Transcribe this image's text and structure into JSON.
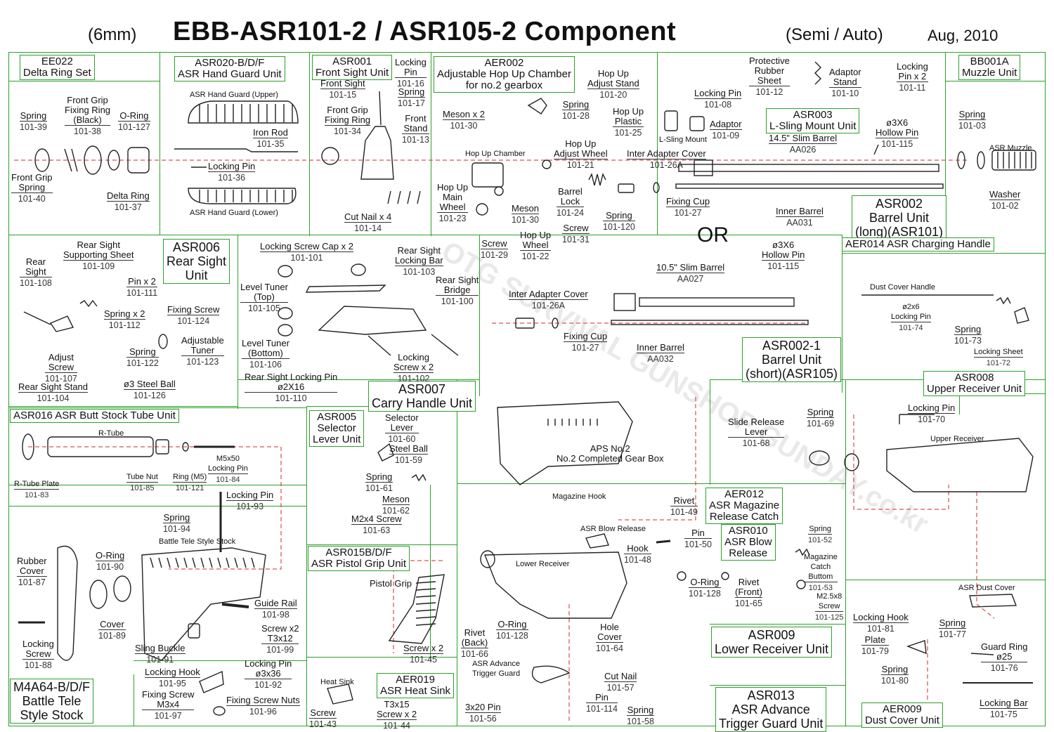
{
  "title": {
    "size": "(6mm)",
    "main": "EBB-ASR101-2 / ASR105-2 Component",
    "mode": "(Semi / Auto)",
    "date": "Aug, 2010"
  },
  "or_text": "OR",
  "watermark": "OTG SURVIVAL GUNSHOP  GUNDAY.co.kr",
  "colors": {
    "border": "#2ca02c",
    "guide": "#d62728",
    "ink": "#111111"
  },
  "units": [
    {
      "name": "ee022",
      "lines": [
        "EE022",
        "Delta Ring Set"
      ]
    },
    {
      "name": "asr020",
      "lines": [
        "ASR020-B/D/F",
        "ASR Hand Guard Unit"
      ]
    },
    {
      "name": "asr001",
      "lines": [
        "ASR001",
        "Front Sight Unit"
      ]
    },
    {
      "name": "aer002",
      "lines": [
        "AER002",
        "Adjustable Hop Up Chamber",
        "for no.2 gearbox"
      ]
    },
    {
      "name": "bb001a",
      "lines": [
        "BB001A",
        "Muzzle Unit"
      ]
    },
    {
      "name": "asr003",
      "lines": [
        "ASR003",
        "L-Sling Mount Unit"
      ]
    },
    {
      "name": "asr002",
      "lines": [
        "ASR002",
        "Barrel Unit",
        "(long)(ASR101)"
      ]
    },
    {
      "name": "asr006",
      "lines": [
        "ASR006",
        "Rear Sight",
        "Unit"
      ]
    },
    {
      "name": "asr007",
      "lines": [
        "ASR007",
        "Carry Handle Unit"
      ]
    },
    {
      "name": "aer014",
      "lines": [
        "AER014 ASR Charging Handle"
      ]
    },
    {
      "name": "asr002-1",
      "lines": [
        "ASR002-1",
        "Barrel Unit",
        "(short)(ASR105)"
      ]
    },
    {
      "name": "asr008",
      "lines": [
        "ASR008",
        "Upper Receiver Unit"
      ]
    },
    {
      "name": "asr016",
      "lines": [
        "ASR016 ASR Butt Stock Tube Unit"
      ]
    },
    {
      "name": "asr005",
      "lines": [
        "ASR005",
        "Selector",
        "Lever Unit"
      ]
    },
    {
      "name": "aer012",
      "lines": [
        "AER012",
        "ASR Magazine",
        "Release Catch"
      ]
    },
    {
      "name": "asr010",
      "lines": [
        "ASR010",
        "ASR Blow",
        "Release"
      ]
    },
    {
      "name": "asr015",
      "lines": [
        "ASR015B/D/F",
        "ASR Pistol Grip Unit"
      ]
    },
    {
      "name": "asr009",
      "lines": [
        "ASR009",
        "Lower Receiver Unit"
      ]
    },
    {
      "name": "m4a64",
      "lines": [
        "M4A64-B/D/F",
        "Battle Tele",
        "Style Stock"
      ]
    },
    {
      "name": "aer019",
      "lines": [
        "AER019",
        "ASR Heat Sink"
      ]
    },
    {
      "name": "asr013",
      "lines": [
        "ASR013",
        "ASR Advance",
        "Trigger Guard Unit"
      ]
    },
    {
      "name": "aer009",
      "lines": [
        "AER009",
        "Dust Cover Unit"
      ]
    }
  ],
  "labels": [
    {
      "t": "Spring",
      "n": "101-39"
    },
    {
      "t": "Front Grip\nFixing Ring\n(Black)",
      "n": "101-38"
    },
    {
      "t": "O-Ring",
      "n": "101-127"
    },
    {
      "t": "Front Grip\nSpring",
      "n": "101-40"
    },
    {
      "t": "Delta Ring",
      "n": "101-37"
    },
    {
      "t": "ASR Hand Guard (Upper)",
      "n": ""
    },
    {
      "t": "Iron Rod",
      "n": "101-35"
    },
    {
      "t": "Locking Pin",
      "n": "101-36"
    },
    {
      "t": "ASR Hand Guard (Lower)",
      "n": ""
    },
    {
      "t": "Front Sight",
      "n": "101-15"
    },
    {
      "t": "Front Grip\nFixing Ring",
      "n": "101-34"
    },
    {
      "t": "Locking\nPin",
      "n": "101-16"
    },
    {
      "t": "Spring",
      "n": "101-17"
    },
    {
      "t": "Front\nStand",
      "n": "101-13"
    },
    {
      "t": "Cut Nail x 4",
      "n": "101-14"
    },
    {
      "t": "Meson x 2",
      "n": "101-30"
    },
    {
      "t": "Hop Up Chamber",
      "n": ""
    },
    {
      "t": "Hop Up\nMain\nWheel",
      "n": "101-23"
    },
    {
      "t": "Hop Up\nAdjust Stand",
      "n": "101-20"
    },
    {
      "t": "Spring",
      "n": "101-28"
    },
    {
      "t": "Hop Up\nPlastic",
      "n": "101-25"
    },
    {
      "t": "Hop Up\nAdjust Wheel",
      "n": "101-21"
    },
    {
      "t": "Barrel\nLock",
      "n": "101-24"
    },
    {
      "t": "Meson",
      "n": "101-30"
    },
    {
      "t": "Screw",
      "n": "101-31"
    },
    {
      "t": "Spring",
      "n": "101-120"
    },
    {
      "t": "Screw",
      "n": "101-29"
    },
    {
      "t": "Hop Up\nWheel",
      "n": "101-22"
    },
    {
      "t": "Locking Pin",
      "n": "101-08"
    },
    {
      "t": "L-Sling Mount",
      "n": ""
    },
    {
      "t": "Adaptor",
      "n": "101-09"
    },
    {
      "t": "Protective\nRubber\nSheet",
      "n": "101-12"
    },
    {
      "t": "Adaptor\nStand",
      "n": "101-10"
    },
    {
      "t": "Locking\nPin x 2",
      "n": "101-11"
    },
    {
      "t": "14.5\" Slim Barrel",
      "n": "AA026"
    },
    {
      "t": "ø3X6\nHollow Pin",
      "n": "101-115"
    },
    {
      "t": "Inter Adapter Cover",
      "n": "101-26A"
    },
    {
      "t": "Fixing Cup",
      "n": "101-27"
    },
    {
      "t": "Inner Barrel",
      "n": "AA031"
    },
    {
      "t": "Spring",
      "n": "101-03"
    },
    {
      "t": "ASR Muzzle",
      "n": ""
    },
    {
      "t": "Washer",
      "n": "101-02"
    },
    {
      "t": "Rear\nSight",
      "n": "101-108"
    },
    {
      "t": "Rear Sight\nSupporting Sheet",
      "n": "101-109"
    },
    {
      "t": "Pin x 2",
      "n": "101-111"
    },
    {
      "t": "Spring x 2",
      "n": "101-112"
    },
    {
      "t": "Fixing Screw",
      "n": "101-124"
    },
    {
      "t": "Adjustable\nTuner",
      "n": "101-123"
    },
    {
      "t": "Spring",
      "n": "101-122"
    },
    {
      "t": "Adjust\nScrew",
      "n": "101-107"
    },
    {
      "t": "ø3 Steel Ball",
      "n": "101-126"
    },
    {
      "t": "Rear Sight Stand",
      "n": "101-104"
    },
    {
      "t": "Locking Screw Cap x 2",
      "n": "101-101"
    },
    {
      "t": "Rear Sight\nLocking Bar",
      "n": "101-103"
    },
    {
      "t": "Rear Sight\nBridge",
      "n": "101-100"
    },
    {
      "t": "Level Tuner\n(Top)",
      "n": "101-105"
    },
    {
      "t": "Level Tuner\n(Bottom)",
      "n": "101-106"
    },
    {
      "t": "Rear Sight Locking Pin\nø2X16",
      "n": "101-110"
    },
    {
      "t": "Locking\nScrew x 2",
      "n": "101-102"
    },
    {
      "t": "ø3X6\nHollow Pin",
      "n": "101-115"
    },
    {
      "t": "10.5\" Slim Barrel",
      "n": "AA027"
    },
    {
      "t": "Inter Adapter Cover",
      "n": "101-26A"
    },
    {
      "t": "Fixing Cup",
      "n": "101-27"
    },
    {
      "t": "Inner Barrel",
      "n": "AA032"
    },
    {
      "t": "Dust Cover Handle",
      "n": ""
    },
    {
      "t": "ø2x6\nLocking Pin",
      "n": "101-74"
    },
    {
      "t": "Spring",
      "n": "101-73"
    },
    {
      "t": "Locking Sheet",
      "n": "101-72"
    },
    {
      "t": "R-Tube",
      "n": ""
    },
    {
      "t": "R-Tube Plate",
      "n": "101-83"
    },
    {
      "t": "Tube Nut",
      "n": "101-85"
    },
    {
      "t": "Ring (M5)",
      "n": "101-121"
    },
    {
      "t": "M5x50\nLocking Pin",
      "n": "101-84"
    },
    {
      "t": "Selector\nLever",
      "n": "101-60"
    },
    {
      "t": "Steel Ball",
      "n": "101-59"
    },
    {
      "t": "Spring",
      "n": "101-61"
    },
    {
      "t": "Meson",
      "n": "101-62"
    },
    {
      "t": "M2x4 Screw",
      "n": "101-63"
    },
    {
      "t": "APS No.2\nNo.2 Completed Gear Box",
      "n": ""
    },
    {
      "t": "Slide Release\nLever",
      "n": "101-68"
    },
    {
      "t": "Spring",
      "n": "101-69"
    },
    {
      "t": "Locking Pin",
      "n": "101-70"
    },
    {
      "t": "Upper Receiver",
      "n": ""
    },
    {
      "t": "Locking Pin",
      "n": "101-93"
    },
    {
      "t": "Spring",
      "n": "101-94"
    },
    {
      "t": "Battle Tele Style Stock",
      "n": ""
    },
    {
      "t": "Rubber\nCover",
      "n": "101-87"
    },
    {
      "t": "O-Ring",
      "n": "101-90"
    },
    {
      "t": "Cover",
      "n": "101-89"
    },
    {
      "t": "Locking\nScrew",
      "n": "101-88"
    },
    {
      "t": "Guide Rail",
      "n": "101-98"
    },
    {
      "t": "Screw x2\nT3x12",
      "n": "101-99"
    },
    {
      "t": "Sling Buckle",
      "n": "101-91"
    },
    {
      "t": "Locking Pin\nø3x36",
      "n": "101-92"
    },
    {
      "t": "Locking Hook",
      "n": "101-95"
    },
    {
      "t": "Fixing Screw\nM3x4",
      "n": "101-97"
    },
    {
      "t": "Fixing Screw Nuts",
      "n": "101-96"
    },
    {
      "t": "Magazine Hook",
      "n": ""
    },
    {
      "t": "Rivet",
      "n": "101-49"
    },
    {
      "t": "ASR Blow Release",
      "n": ""
    },
    {
      "t": "Pin",
      "n": "101-50"
    },
    {
      "t": "Hook",
      "n": "101-48"
    },
    {
      "t": "Spring",
      "n": "101-52"
    },
    {
      "t": "Magazine\nCatch\nButtom",
      "n": "101-53"
    },
    {
      "t": "M2.5x8\nScrew",
      "n": "101-125"
    },
    {
      "t": "Lower Receiver",
      "n": ""
    },
    {
      "t": "O-Ring",
      "n": "101-128"
    },
    {
      "t": "Rivet\n(Front)",
      "n": "101-65"
    },
    {
      "t": "Pistol Grip",
      "n": ""
    },
    {
      "t": "Screw x 2",
      "n": "101-45"
    },
    {
      "t": "Rivet\n(Back)",
      "n": "101-66"
    },
    {
      "t": "O-Ring",
      "n": "101-128"
    },
    {
      "t": "Hole\nCover",
      "n": "101-64"
    },
    {
      "t": "Heat Sink",
      "n": ""
    },
    {
      "t": "Screw",
      "n": "101-43"
    },
    {
      "t": "T3x15\nScrew x 2",
      "n": "101-44"
    },
    {
      "t": "ASR Advance\nTrigger Guard",
      "n": ""
    },
    {
      "t": "Cut Nail",
      "n": "101-57"
    },
    {
      "t": "Pin",
      "n": "101-114"
    },
    {
      "t": "3x20 Pin",
      "n": "101-56"
    },
    {
      "t": "Spring",
      "n": "101-58"
    },
    {
      "t": "ASR Dust Cover",
      "n": ""
    },
    {
      "t": "Locking Hook",
      "n": "101-81"
    },
    {
      "t": "Plate",
      "n": "101-79"
    },
    {
      "t": "Spring",
      "n": "101-77"
    },
    {
      "t": "Guard Ring\nø25",
      "n": "101-76"
    },
    {
      "t": "Spring",
      "n": "101-80"
    },
    {
      "t": "Locking Bar",
      "n": "101-75"
    }
  ]
}
